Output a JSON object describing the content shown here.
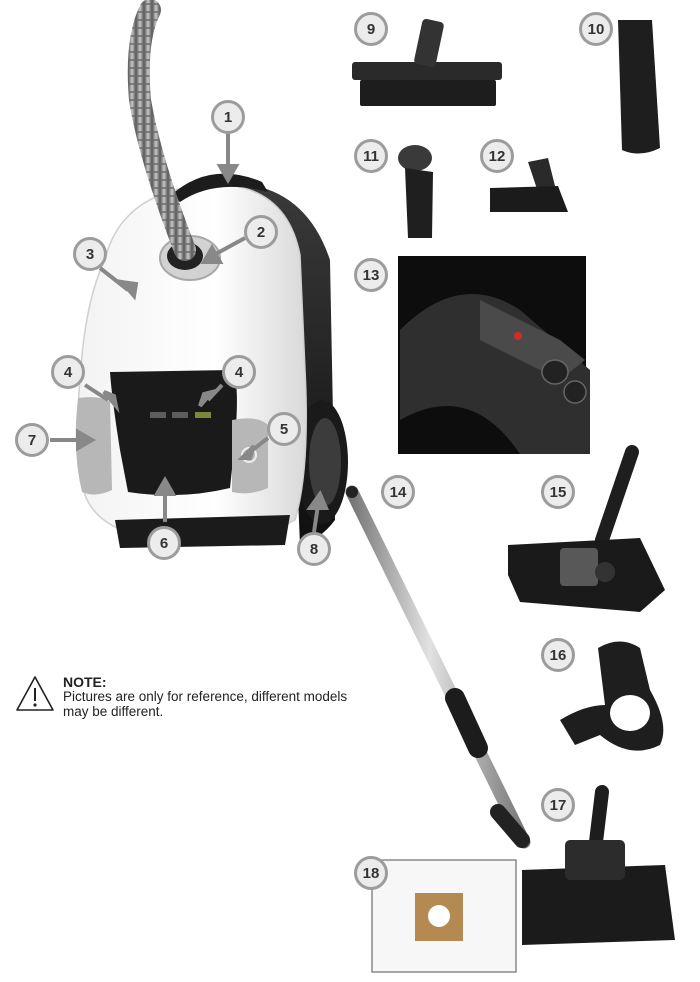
{
  "note": {
    "title": "NOTE:",
    "text": "Pictures are only for reference, different models may be different.",
    "icon": "warning-triangle-icon"
  },
  "callouts": [
    {
      "label": "1",
      "part": "carry-handle"
    },
    {
      "label": "2",
      "part": "hose-inlet"
    },
    {
      "label": "3",
      "part": "front-cover"
    },
    {
      "label": "4",
      "part": "power-control-left"
    },
    {
      "label": "4",
      "part": "power-control-right"
    },
    {
      "label": "5",
      "part": "power-button"
    },
    {
      "label": "6",
      "part": "display-panel"
    },
    {
      "label": "7",
      "part": "cord-rewind-button"
    },
    {
      "label": "8",
      "part": "wheel"
    },
    {
      "label": "9",
      "part": "parquet-brush"
    },
    {
      "label": "10",
      "part": "crevice-tool"
    },
    {
      "label": "11",
      "part": "dusting-brush"
    },
    {
      "label": "12",
      "part": "upholstery-nozzle"
    },
    {
      "label": "13",
      "part": "hose-handle"
    },
    {
      "label": "14",
      "part": "telescopic-tube"
    },
    {
      "label": "15",
      "part": "floor-nozzle"
    },
    {
      "label": "16",
      "part": "accessory-holder"
    },
    {
      "label": "17",
      "part": "turbo-brush"
    },
    {
      "label": "18",
      "part": "dust-bag"
    }
  ]
}
